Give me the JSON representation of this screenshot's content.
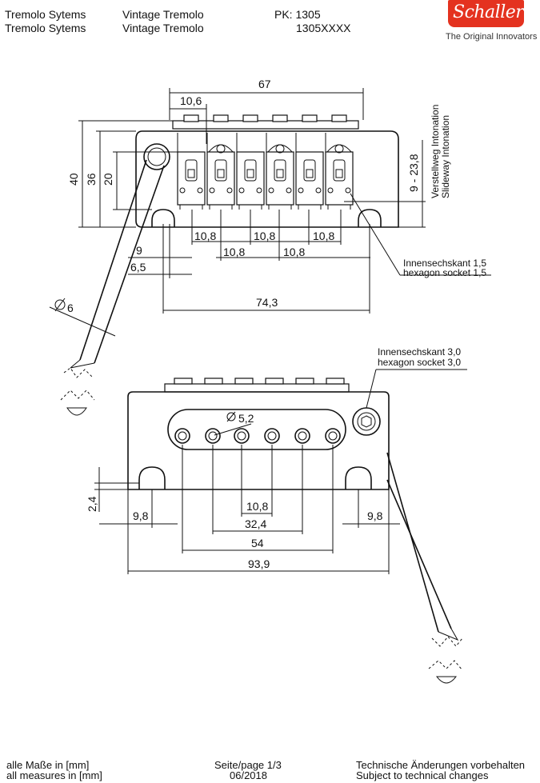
{
  "header": {
    "line1_col1": "Tremolo Sytems",
    "line1_col2": "Vintage Tremolo",
    "line1_col3": "PK: 1305",
    "line2_col1": "Tremolo Sytems",
    "line2_col2": "Vintage Tremolo",
    "line2_col3": "1305XXXX"
  },
  "logo": {
    "brand": "Schaller",
    "tagline": "The Original Innovators",
    "color": "#e4321f"
  },
  "top_view": {
    "width_total": "67",
    "saddle_width": "10,6",
    "height_40": "40",
    "height_36": "36",
    "height_20": "20",
    "intonation_range": "9 - 23,8",
    "intonation_de": "Verstellweg Intonation",
    "intonation_en": "Slideway Intonation",
    "spacing_a": "10,8",
    "spacing_b": "10,8",
    "spacing_c": "10,8",
    "spacing_d": "10,8",
    "spacing_e": "10,8",
    "dim_9": "9",
    "dim_6_5": "6,5",
    "dim_74_3": "74,3",
    "arm_diameter": "6",
    "hex_de": "Innensechskant  1,5",
    "hex_en": "hexagon socket 1,5"
  },
  "bottom_view": {
    "hex_de": "Innensechskant  3,0",
    "hex_en": "hexagon socket 3,0",
    "hole_diameter": "5,2",
    "dim_2_4": "2,4",
    "dim_9_8_left": "9,8",
    "dim_9_8_right": "9,8",
    "dim_10_8": "10,8",
    "dim_32_4": "32,4",
    "dim_54": "54",
    "dim_93_9": "93,9"
  },
  "footer": {
    "units_de": "alle Maße in [mm]",
    "units_en": "all measures in [mm]",
    "page_label": "Seite/page 1/3",
    "date": "06/2018",
    "notice_de": "Technische Änderungen vorbehalten",
    "notice_en": "Subject to technical changes"
  }
}
